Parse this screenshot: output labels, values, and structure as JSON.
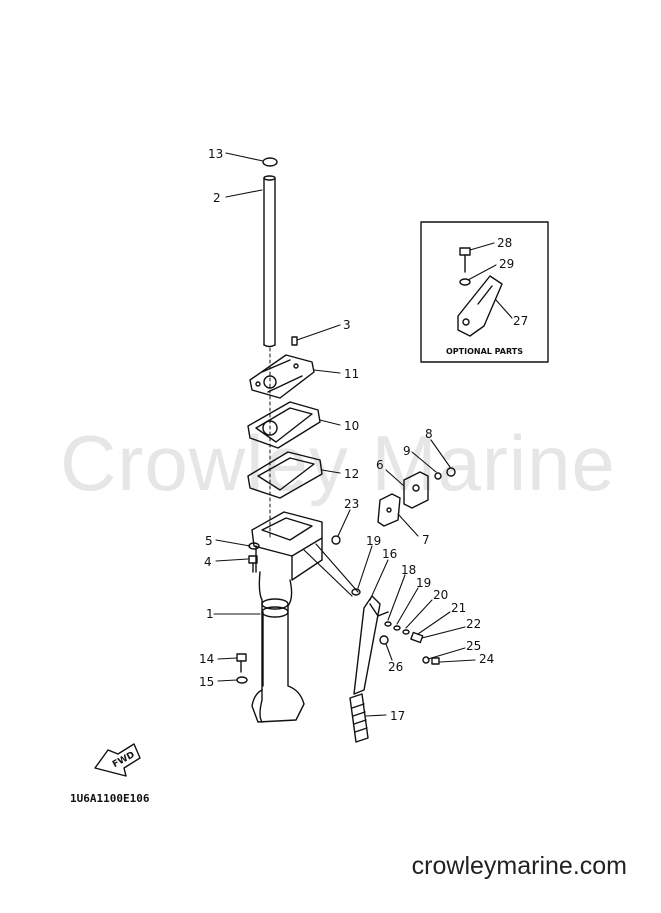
{
  "watermark": "Crowley Marine",
  "website": "crowleymarine.com",
  "diagram_code": "1U6A1100E106",
  "optional_box": {
    "title": "OPTIONAL PARTS"
  },
  "fwd_label": "FWD",
  "callouts": [
    "13",
    "2",
    "3",
    "11",
    "10",
    "12",
    "8",
    "9",
    "6",
    "23",
    "7",
    "5",
    "4",
    "19",
    "16",
    "18",
    "19",
    "20",
    "21",
    "22",
    "1",
    "25",
    "24",
    "26",
    "14",
    "15",
    "17",
    "28",
    "29",
    "27"
  ]
}
